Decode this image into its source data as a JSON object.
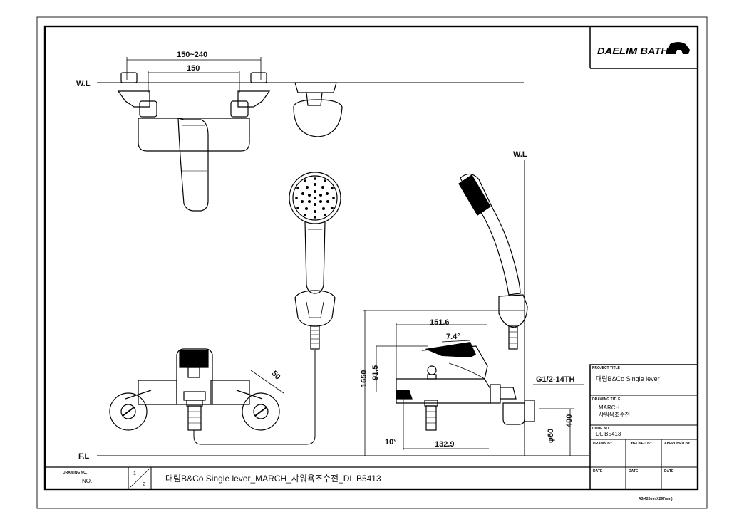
{
  "brand": {
    "logo_text": "DAELIM BATH"
  },
  "title_block": {
    "project_title_label": "PROJECT TITLE",
    "project_title_value": "대림B&Co  Single lever",
    "drawing_title_label": "DRAWING TITLE",
    "drawing_title_line1": "MARCH",
    "drawing_title_line2": "샤워욕조수전",
    "code_no_label": "CODE NO.",
    "code_no_value": "DL B5413",
    "drawn_by_label": "DRAWN BY",
    "checked_by_label": "CHECKED BY",
    "approved_by_label": "APPROVED BY",
    "date_label": "DATE",
    "sheet_size": "A3(420mmX297mm)"
  },
  "bottom_bar": {
    "drawing_no_label": "DRAWING NO.",
    "no_label": "NO.",
    "sheet_num": "1",
    "sheet_total": "2",
    "description": "대림B&Co Single lever_MARCH_샤워욕조수전_DL B5413"
  },
  "dimensions": {
    "wl_left": "W.L",
    "wl_right": "W.L",
    "fl": "F.L",
    "span_range": "150~240",
    "span": "150",
    "spout_length": "151.6",
    "angle": "7.4°",
    "body_height": "91.5",
    "install_height": "1650",
    "base_length": "132.9",
    "tilt": "10°",
    "thread": "G1/2-14TH",
    "offset": "50",
    "pipe_dia": "φ60",
    "pipe_height": "400"
  }
}
